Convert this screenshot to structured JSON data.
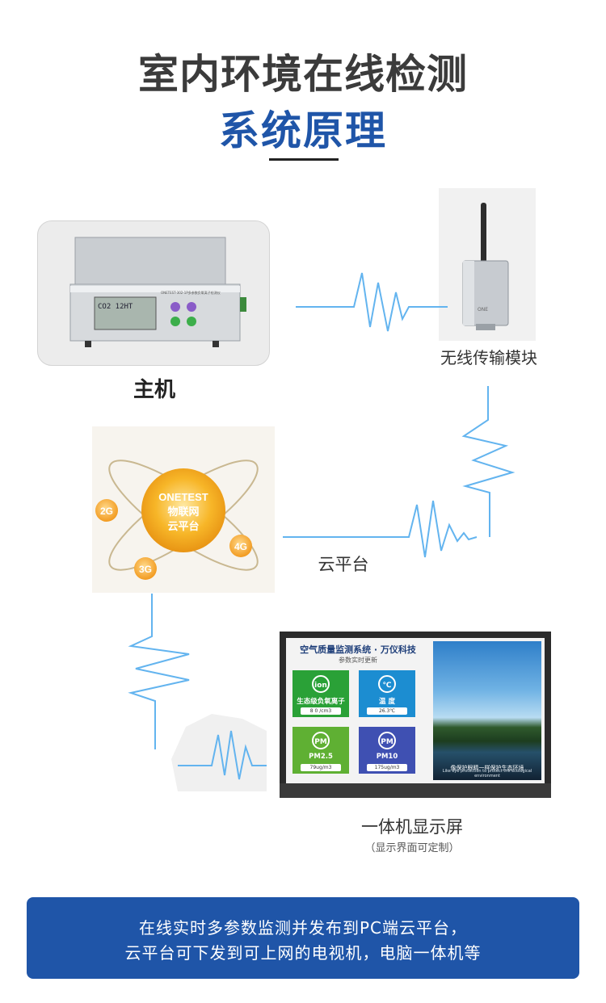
{
  "header": {
    "title_line1": "室内环境在线检测",
    "title_line2": "系统原理"
  },
  "nodes": {
    "host": {
      "label": "主机",
      "device_screen_text": "CO2  12HT",
      "device_model_text": "ONETEST-302-1P多参数负氧离子检测仪"
    },
    "wireless_module": {
      "label": "无线传输模块"
    },
    "cloud": {
      "label": "云平台",
      "badge_line1": "ONETEST",
      "badge_line2": "物联网",
      "badge_line3": "云平台",
      "networks": [
        "2G",
        "3G",
        "4G"
      ]
    },
    "display": {
      "label": "一体机显示屏",
      "sublabel": "（显示界面可定制）",
      "screen_title": "空气质量监测系统 · 万仪科技",
      "screen_subtitle": "参数实时更新",
      "tiles": [
        {
          "icon": "ion",
          "name": "生态级负氧离子",
          "value": "8 0 /cm3",
          "color": "#2aa137"
        },
        {
          "icon": "℃",
          "name": "温  度",
          "value": "26.3℃",
          "color": "#1c8dd1"
        },
        {
          "icon": "PM",
          "name": "PM2.5",
          "value": "79ug/m3",
          "color": "#5fb033"
        },
        {
          "icon": "PM",
          "name": "PM10",
          "value": "175ug/m3",
          "color": "#3f50b2"
        }
      ],
      "photo_caption": "像保护眼睛一样保护生态环境",
      "photo_caption_en": "Like eye protection to protect the ecological environment"
    }
  },
  "banner": {
    "line1": "在线实时多参数监测并发布到PC端云平台，",
    "line2": "云平台可下发到可上网的电视机，电脑一体机等"
  },
  "colors": {
    "title_gray": "#3b3b3b",
    "title_blue": "#1f55a8",
    "banner_bg": "#1f55a8",
    "signal_wave": "#63b4ef",
    "cloud_orb": "#f5b12a"
  }
}
